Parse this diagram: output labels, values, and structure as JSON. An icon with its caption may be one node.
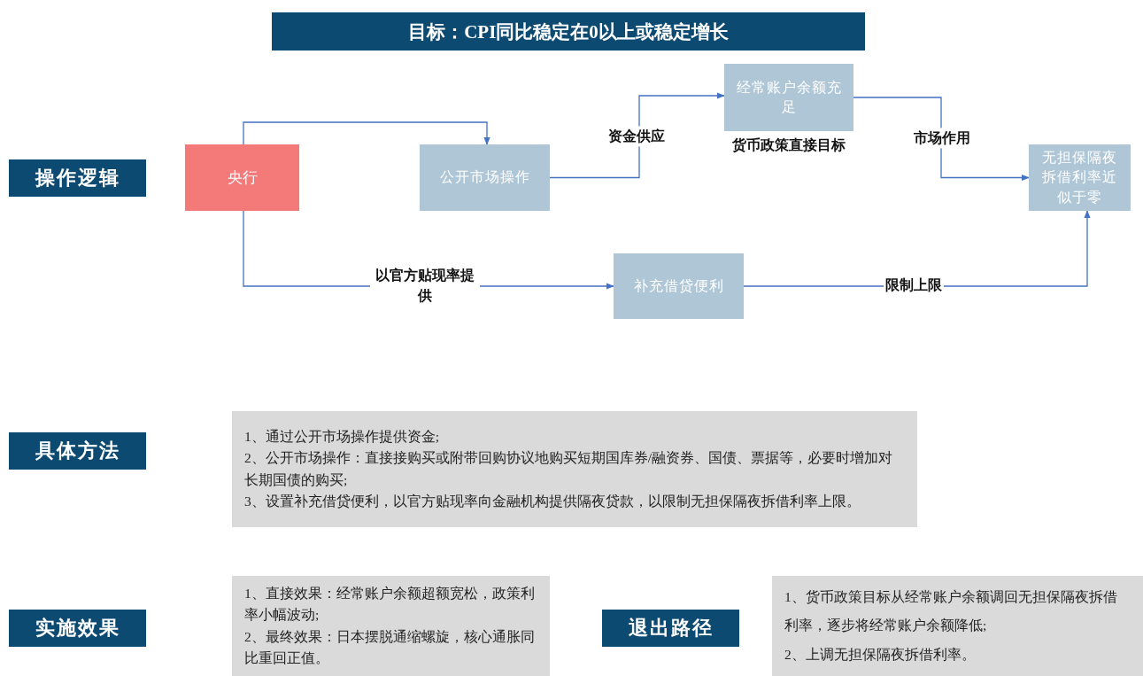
{
  "diagram": {
    "title": "目标：CPI同比稳定在0以上或稳定增长",
    "nodes": [
      {
        "text": [
          "操作逻辑"
        ]
      },
      {
        "text": [
          "央行"
        ]
      },
      {
        "text": [
          "公开市场操作"
        ]
      },
      {
        "text": [
          "经常账户余额充足"
        ],
        "beside": [
          "货币政策直接目标"
        ]
      },
      {
        "text": [
          "无担保隔夜拆借利率近似于零"
        ]
      },
      {
        "text": [
          "补充借贷便利"
        ]
      },
      {
        "text": [
          "具体方法"
        ]
      },
      {
        "text": [
          "1、通过公开市场操作提供资金;",
          "2、公开市场操作：直接接购买或附带回购协议地购买短期国库券/融资券、国债、票据等，必要时增加对长期国债的购买;",
          "3、设置补充借贷便利，以官方贴现率向金融机构提供隔夜贷款，以限制无担保隔夜拆借利率上限。"
        ]
      },
      {
        "text": [
          "实施效果"
        ]
      },
      {
        "text": [
          "1、直接效果：经常账户余额超额宽松，政策利率小幅波动;",
          "2、最终效果：日本摆脱通缩螺旋，核心通胀同比重回正值。"
        ]
      },
      {
        "text": [
          "退出路径"
        ]
      },
      {
        "text": [
          "1、货币政策目标从经常账户余额调回无担保隔夜拆借利率，逐步将经常账户余额降低;",
          "2、上调无担保隔夜拆借利率。"
        ]
      }
    ],
    "edges": [
      {
        "from": 1,
        "to": 2,
        "arrow": "to"
      },
      {
        "from": 2,
        "to": 3,
        "arrow": "to",
        "label": "资金供应"
      },
      {
        "from": 3,
        "to": 4,
        "arrow": "to",
        "label": "市场作用"
      },
      {
        "from": 1,
        "to": 5,
        "arrow": "to",
        "label": "以官方贴现率提供"
      },
      {
        "from": 5,
        "to": 4,
        "arrow": "to",
        "label": "限制上限"
      }
    ]
  }
}
